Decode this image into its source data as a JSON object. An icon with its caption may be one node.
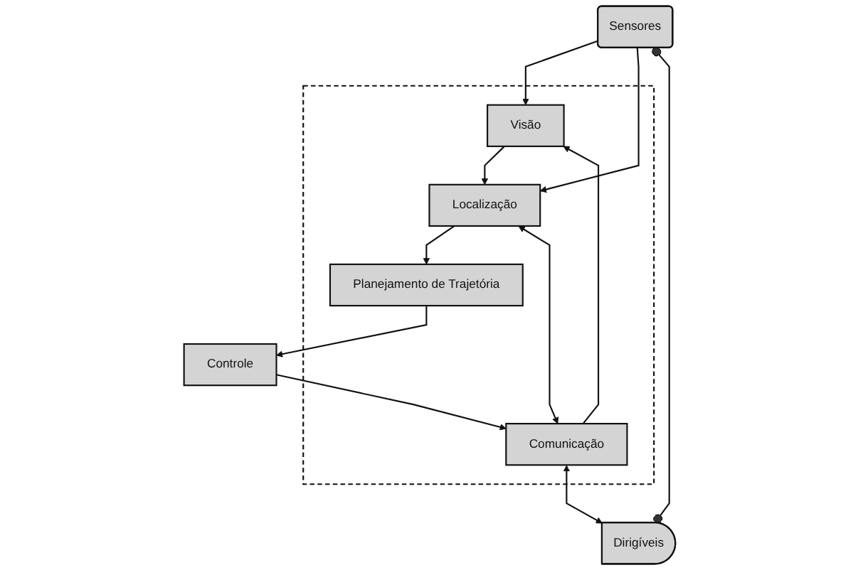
{
  "diagram": {
    "nodes": [
      {
        "text": [
          "Sensores"
        ]
      },
      {
        "text": [],
        "shape": "box"
      },
      {
        "text": [
          "Visão"
        ],
        "in": 1
      },
      {
        "text": [
          "Localização"
        ],
        "in": 1
      },
      {
        "text": [
          "Dirigíveis"
        ]
      },
      {
        "text": [
          "Comunicação"
        ],
        "in": 1
      },
      {
        "text": [
          "Planejamento de Trajetória"
        ],
        "in": 1
      },
      {
        "text": [
          "Controle"
        ]
      }
    ],
    "edges": [
      {
        "from": 0,
        "to": 2,
        "arrow": "to"
      },
      {
        "from": 0,
        "to": 3,
        "arrow": "to"
      },
      {
        "from": 0,
        "to": 4,
        "arrow": "other"
      },
      {
        "from": 2,
        "to": 3,
        "arrow": "to"
      },
      {
        "from": 3,
        "to": 6,
        "arrow": "to"
      },
      {
        "from": 5,
        "to": 2,
        "arrow": "to"
      },
      {
        "from": 5,
        "to": 3,
        "arrow": "both"
      },
      {
        "from": 4,
        "to": 5,
        "arrow": "both"
      },
      {
        "from": 7,
        "to": 5,
        "arrow": "to"
      },
      {
        "from": 6,
        "to": 7,
        "arrow": "to"
      }
    ]
  }
}
